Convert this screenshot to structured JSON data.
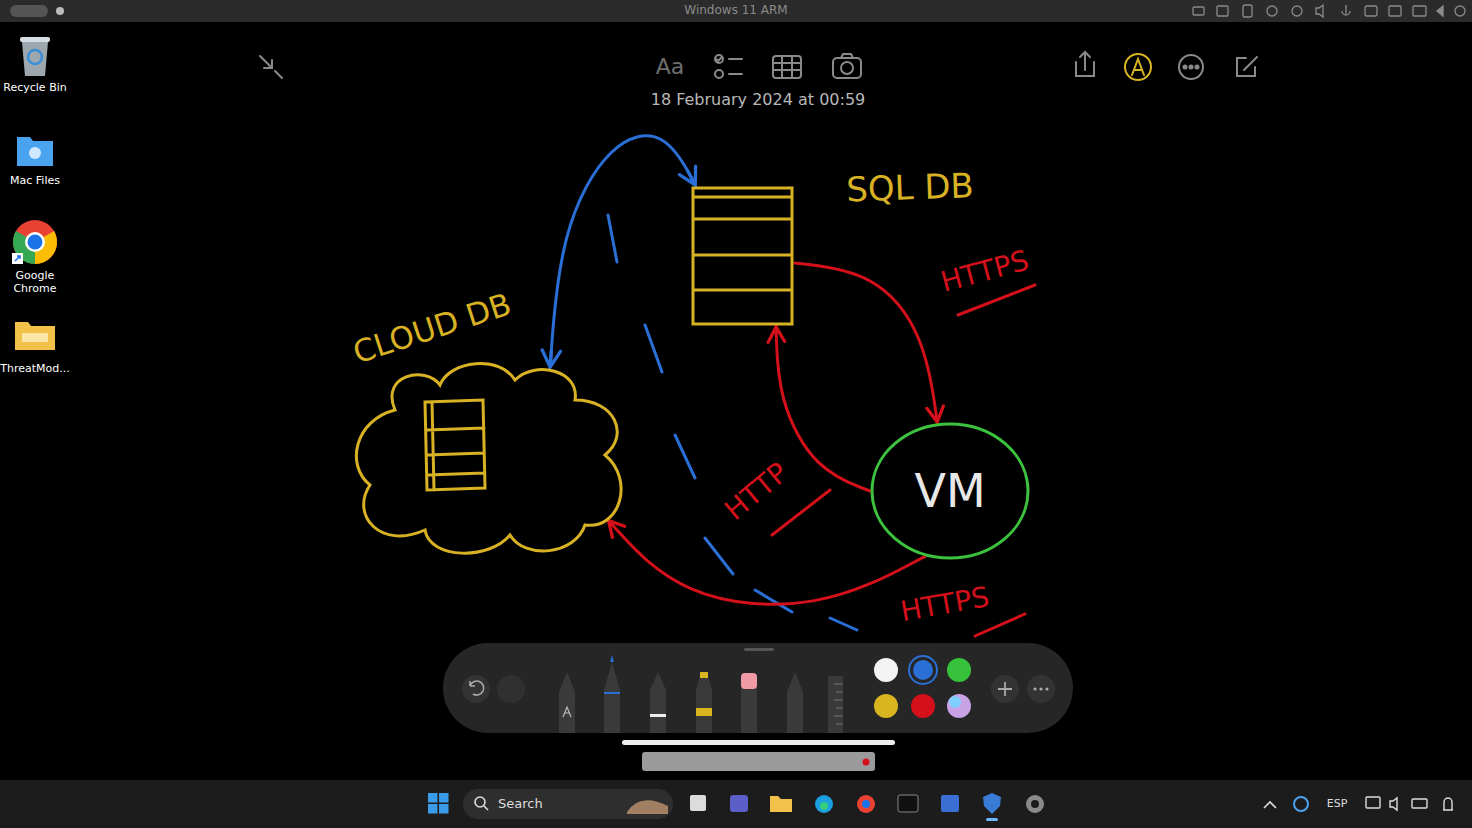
{
  "diagram": {
    "nodes": [
      {
        "text": [
          "SQL DB"
        ]
      },
      {
        "text": [
          "CLOUD DB"
        ]
      },
      {
        "text": [
          "VM"
        ]
      }
    ],
    "edges": [
      {
        "from": 0,
        "to": 2,
        "arrow": "to",
        "label": "HTTPS"
      },
      {
        "from": 2,
        "to": 0,
        "arrow": "to",
        "label": "HTTP"
      },
      {
        "from": 2,
        "to": 1,
        "arrow": "to",
        "label": "HTTPS"
      },
      {
        "from": 0,
        "to": 1,
        "arrow": "both"
      }
    ],
    "labels": [
      "Windows 11 ARM",
      "Recycle Bin",
      "Mac Files",
      "Google Chrome",
      "ThreatMod...",
      "Aa",
      "18 February 2024 at 00:59",
      "Search",
      "ESP"
    ]
  }
}
